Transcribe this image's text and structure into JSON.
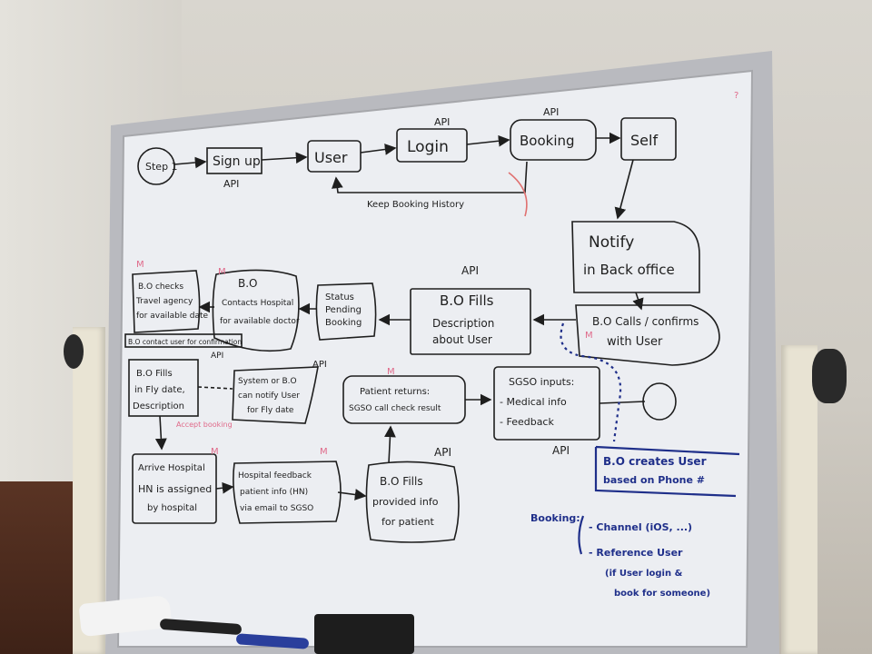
{
  "steps": {
    "step1": "Step 1",
    "signup": "Sign up",
    "user": "User",
    "login": "Login",
    "booking": "Booking",
    "self": "Self",
    "api_signup": "API",
    "api_login": "API",
    "api_booking": "API",
    "keep_history": "Keep Booking History"
  },
  "notify": {
    "line1": "Notify",
    "line2": "in Back office"
  },
  "bo_calls": {
    "line1": "B.O Calls / confirms",
    "line2": "with User"
  },
  "bo_fills_desc": {
    "api": "API",
    "line1": "B.O Fills",
    "line2": "Description",
    "line3": "about User"
  },
  "status": {
    "line1": "Status",
    "line2": "Pending",
    "line3": "Booking"
  },
  "contacts_hospital": {
    "line1": "B.O",
    "line2": "Contacts Hospital",
    "line3": "for available doctor"
  },
  "checks_agency": {
    "line1": "B.O checks",
    "line2": "Travel agency",
    "line3": "for available date"
  },
  "contact_user": {
    "text": "B.O contact user for confirmation",
    "api": "API"
  },
  "fills_fly": {
    "line1": "B.O Fills",
    "line2": "in Fly date,",
    "line3": "Description",
    "note": "Accept booking"
  },
  "system_notify": {
    "api": "API",
    "line1": "System or B.O",
    "line2": "can notify User",
    "line3": "for Fly date"
  },
  "arrive": {
    "line1": "Arrive Hospital",
    "line2": "HN is assigned",
    "line3": "by hospital"
  },
  "hospital_feedback": {
    "line1": "Hospital feedback",
    "line2": "patient info (HN)",
    "line3": "via email to SGSO"
  },
  "bo_fills_provided": {
    "api": "API",
    "line1": "B.O Fills",
    "line2": "provided info",
    "line3": "for patient"
  },
  "patient_returns": {
    "line1": "Patient returns:",
    "line2": "SGSO call check result"
  },
  "sgso_inputs": {
    "line1": "SGSO inputs:",
    "line2": "- Medical info",
    "line3": "- Feedback",
    "api": "API"
  },
  "bo_creates_user": {
    "line1": "B.O creates User",
    "line2": "based on Phone #"
  },
  "booking_notes": {
    "label": "Booking:",
    "channel": "- Channel (iOS, ...)",
    "reference": "- Reference User",
    "ref_note1": "(if User login &",
    "ref_note2": "book for someone)"
  },
  "colors": {
    "ink": "#1e1e1e",
    "blue_ink": "#1f2f8a",
    "board": "#eef0f4",
    "frame": "#b8b9bd"
  },
  "marks": {
    "m1": "M",
    "m2": "M",
    "m3": "M",
    "m4": "M",
    "m5": "M",
    "m6": "M",
    "corner": "?"
  }
}
